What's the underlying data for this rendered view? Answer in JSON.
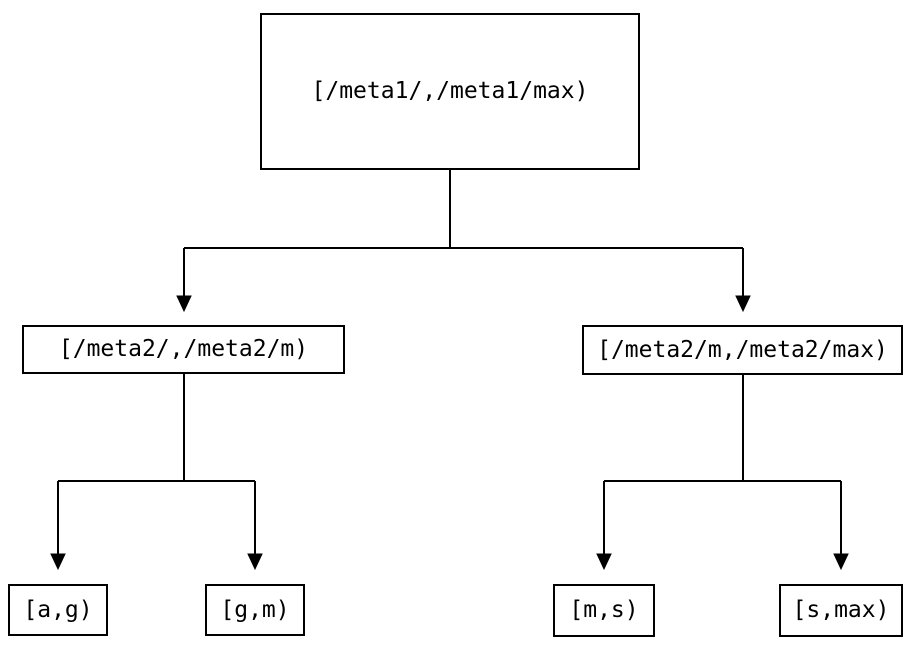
{
  "diagram": {
    "type": "tree",
    "nodes": {
      "root": "[/meta1/,/meta1/max)",
      "left_child": "[/meta2/,/meta2/m)",
      "right_child": "[/meta2/m,/meta2/max)",
      "leaf_1": "[a,g)",
      "leaf_2": "[g,m)",
      "leaf_3": "[m,s)",
      "leaf_4": "[s,max)"
    },
    "edges": [
      {
        "from": "root",
        "to": "left_child"
      },
      {
        "from": "root",
        "to": "right_child"
      },
      {
        "from": "left_child",
        "to": "leaf_1"
      },
      {
        "from": "left_child",
        "to": "leaf_2"
      },
      {
        "from": "right_child",
        "to": "leaf_3"
      },
      {
        "from": "right_child",
        "to": "leaf_4"
      }
    ],
    "colors": {
      "background": "#ffffff",
      "node_fill": "#ffffff",
      "node_border": "#000000",
      "text": "#000000",
      "edge": "#000000"
    }
  }
}
